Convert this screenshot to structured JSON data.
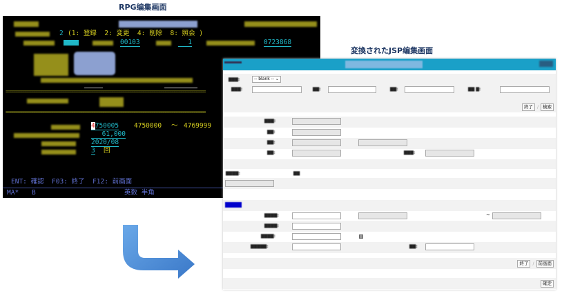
{
  "captions": {
    "rpg": "RPG编集画面",
    "jsp": "変換されたJSP编集画面"
  },
  "rpg": {
    "mode_value": "2",
    "mode_options": "(1: 登録  2: 変更  4: 削除  8: 照会 )",
    "code1": "00103",
    "code2": "1",
    "code3": "0723868",
    "value_main": "4750005",
    "range_from": "4750000",
    "range_sep": "～",
    "range_to": "4769999",
    "amount": "61,000",
    "date": "2020/08",
    "count": "3",
    "count_unit": "回",
    "fkeys": "ENT: 確認  F03: 終了  F12: 前画面",
    "status_left": "MA*",
    "status_mid": "B",
    "status_right": "英数 半角",
    "colors": {
      "bg": "#000000",
      "label": "#d8d020",
      "field": "#20b8c8",
      "fkey": "#6070d0"
    }
  },
  "jsp": {
    "header_color": "#1aa0c8",
    "select_value": "-- blank --",
    "search_buttons": {
      "end": "終了",
      "search": "検索"
    },
    "bottom_buttons": {
      "end": "終了",
      "back": "前画面"
    },
    "confirm": "確定",
    "section_label_color": "#0000cc"
  },
  "arrow": {
    "color": "#4a8ed8",
    "icon": "curved-arrow-icon"
  }
}
